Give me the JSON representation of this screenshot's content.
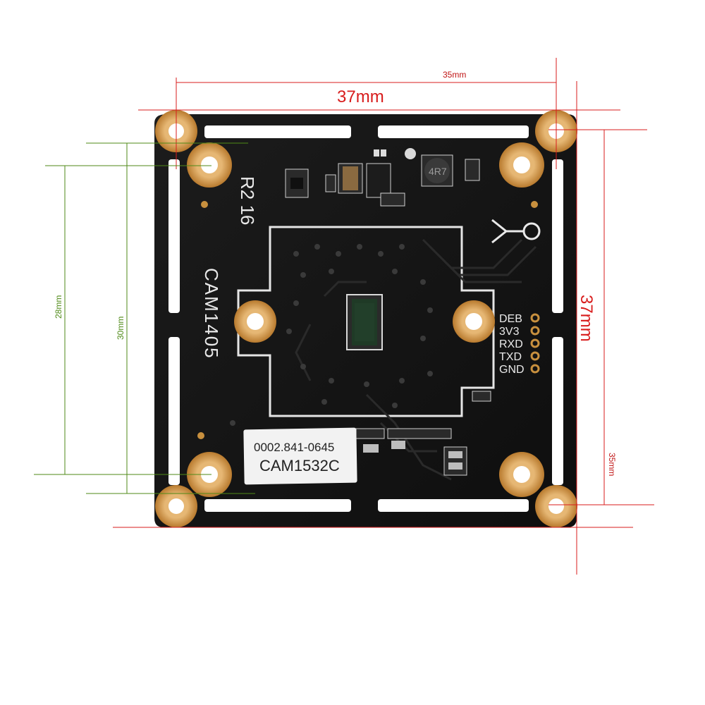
{
  "board": {
    "revision": "R2 16",
    "model_silk": "CAM1405",
    "label_line1": "0002.841-0645",
    "label_line2": "CAM1532C",
    "inductor_marking": "4R7",
    "pins": [
      "DEB",
      "3V3",
      "RXD",
      "TXD",
      "GND"
    ]
  },
  "dimensions": {
    "top_inner": "35mm",
    "top_outer": "37mm",
    "right_outer": "37mm",
    "right_inner": "35mm",
    "left_outer": "28mm",
    "left_inner": "30mm"
  },
  "colors": {
    "board": "#141414",
    "copper": "#c8903e",
    "silkscreen": "#e9e9e9",
    "dim_red": "#d81c1c",
    "dim_green": "#4f8a17"
  }
}
